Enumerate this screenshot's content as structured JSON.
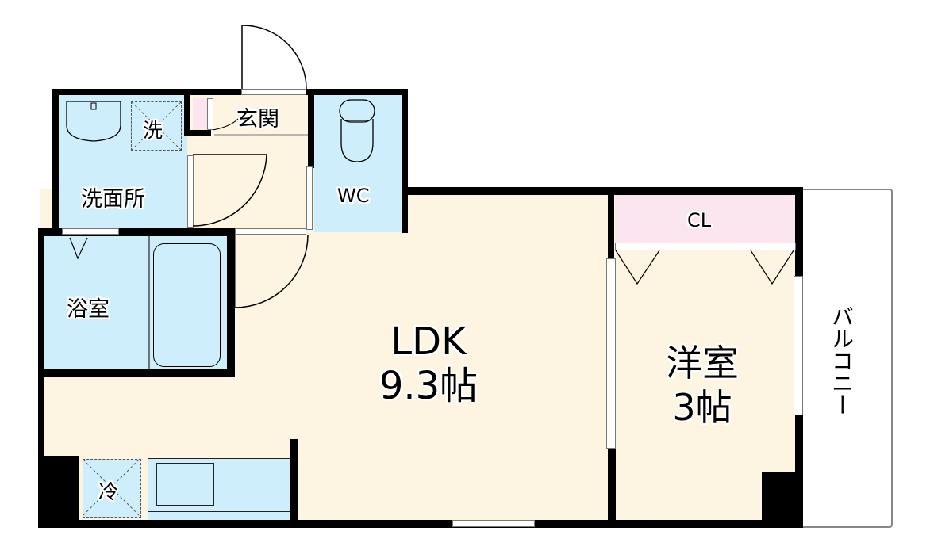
{
  "floorplan": {
    "rooms": {
      "washroom": {
        "label": "洗面所"
      },
      "washer": {
        "label": "洗"
      },
      "entrance": {
        "label": "玄関"
      },
      "toilet": {
        "label": "WC"
      },
      "bathroom": {
        "label": "浴室"
      },
      "ldk": {
        "label": "LDK",
        "size": "9.3帖"
      },
      "western_room": {
        "label": "洋室",
        "size": "3帖"
      },
      "closet": {
        "label": "CL"
      },
      "balcony": {
        "label": "バルコニー"
      },
      "fridge": {
        "label": "冷"
      }
    },
    "colors": {
      "floor": "#fdf4e1",
      "wet_area": "#cfeefb",
      "storage": "#fbe5ee",
      "wall": "#000000"
    }
  }
}
